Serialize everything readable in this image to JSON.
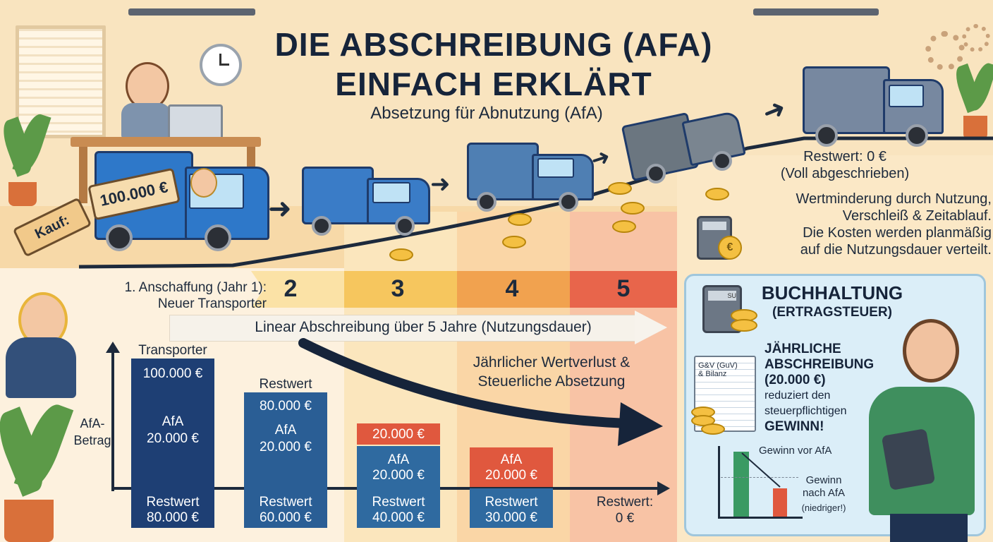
{
  "header": {
    "title_line1": "DIE ABSCHREIBUNG (AFA)",
    "title_line2": "EINFACH ERKLÄRT",
    "subtitle": "Absetzung für Abnutzung (AfA)"
  },
  "scene": {
    "price_tag": "100.000 €",
    "kauf_tag": "Kauf:",
    "restwert_end": "Restwert: 0 €",
    "voll_abgeschrieben": "(Voll abgeschrieben)",
    "wertminderung_lines": [
      "Wertminderung durch Nutzung,",
      "Verschleiß & Zeitablauf.",
      "Die Kosten werden planmäßig",
      "auf die Nutzungsdauer verteilt."
    ],
    "euro_sign": "€"
  },
  "timeline": {
    "anschaffung_line1": "1. Anschaffung (Jahr 1):",
    "anschaffung_line2": "Neuer Transporter",
    "years": [
      "2",
      "3",
      "4",
      "5"
    ],
    "linear_text": "Linear Abschreibung über 5 Jahre (Nutzungsdauer)",
    "wertverlust_line1": "Jährlicher Wertverlust &",
    "wertverlust_line2": "Steuerliche Absetzung"
  },
  "chart": {
    "y_label_line1": "AfA-",
    "y_label_line2": "Betrag",
    "bars": [
      {
        "head": "Transporter",
        "top_value": "100.000 €",
        "afa_label": "AfA",
        "afa_value": "20.000 €",
        "rest_label": "Restwert",
        "rest_value": "80.000 €"
      },
      {
        "head": "Restwert",
        "top_value": "80.000 €",
        "afa_label": "AfA",
        "afa_value": "20.000 €",
        "rest_label": "Restwert",
        "rest_value": "60.000 €"
      },
      {
        "head": "",
        "top_value": "20.000 €",
        "afa_label": "AfA",
        "afa_value": "20.000 €",
        "rest_label": "Restwert",
        "rest_value": "40.000 €"
      },
      {
        "head": "",
        "top_value": "",
        "afa_label": "AfA",
        "afa_value": "20.000 €",
        "rest_label": "Restwert",
        "rest_value": "30.000 €"
      }
    ],
    "end_label": "Restwert:",
    "end_value": "0 €"
  },
  "panel": {
    "calc_screen": "SU",
    "title": "BUCHHALTUNG",
    "subtitle": "(ERTRAGSTEUER)",
    "doc_line1": "G&V (GuV)",
    "doc_line2": "& Bilanz",
    "jaehrlich_line1": "JÄHRLICHE",
    "jaehrlich_line2": "ABSCHREIBUNG",
    "jaehrlich_line3": "(20.000 €)",
    "jaehrlich_line4": "reduziert den",
    "jaehrlich_line5": "steuerpflichtigen",
    "jaehrlich_line6": "GEWINN!",
    "gewinn_vor": "Gewinn vor AfA",
    "gewinn_nach_line1": "Gewinn",
    "gewinn_nach_line2": "nach AfA",
    "gewinn_niedriger": "(niedriger!)"
  },
  "colors": {
    "navy": "#1f3f73",
    "blue": "#2f6aa0",
    "red": "#e0583e",
    "col3": "#fbe3b6",
    "col4": "#f9d2a3",
    "col5": "#f7b79a"
  }
}
